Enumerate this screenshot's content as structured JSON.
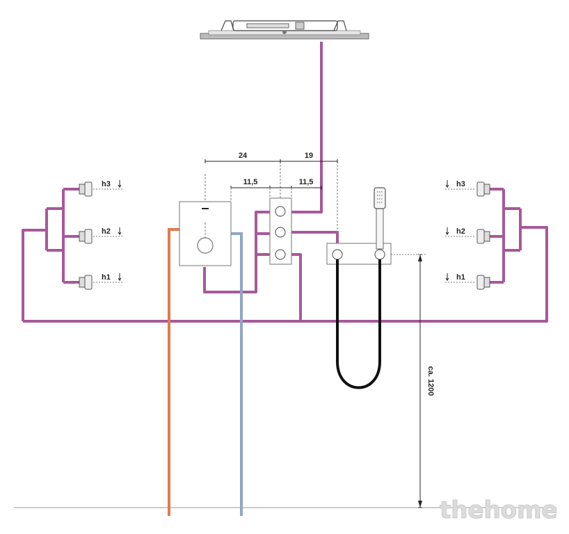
{
  "dimensions": {
    "width_24": "24",
    "width_19": "19",
    "offset_left": "11,5",
    "offset_right": "11,5",
    "height": "ca. 1200"
  },
  "body_jets": {
    "left": [
      "h3",
      "h2",
      "h1"
    ],
    "right": [
      "h3",
      "h2",
      "h1"
    ]
  },
  "watermark": "thehome",
  "colors": {
    "mixed_pipe": "#a8589a",
    "hot_pipe": "#e07a4e",
    "cold_pipe": "#8fa6c8",
    "hose": "#111111"
  }
}
